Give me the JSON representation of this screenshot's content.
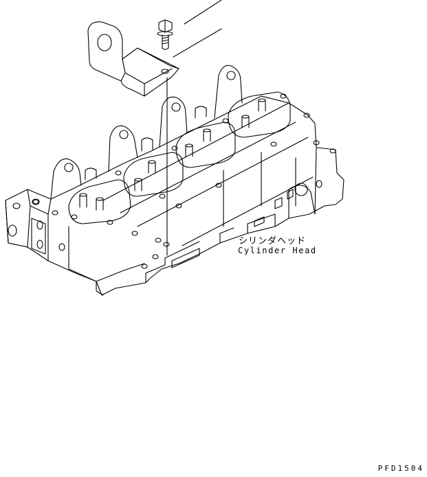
{
  "labels": {
    "part_name_jp": "シリンダヘッド",
    "part_name_en": "Cylinder Head",
    "figure_code": "PFD1504"
  },
  "colors": {
    "line": "#000000",
    "background": "#ffffff"
  }
}
